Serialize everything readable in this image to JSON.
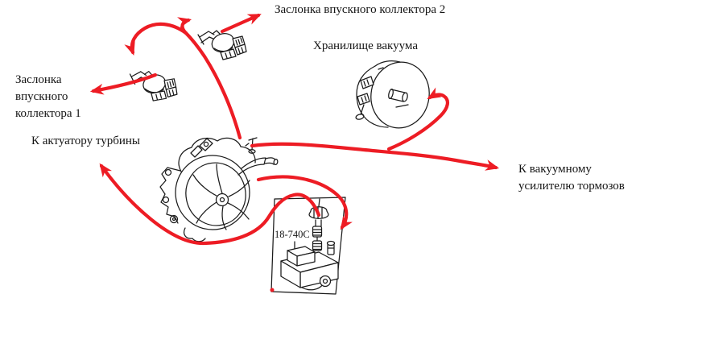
{
  "diagram": {
    "title_context": "vacuum hose routing diagram",
    "labels": {
      "intake_flap_2": "Заслонка впускного коллектора 2",
      "vacuum_reservoir": "Хранилище вакуума",
      "intake_flap_1": "Заслонка\nвпускного\nколлектора 1",
      "turbo_actuator": "К актуатору турбины",
      "brake_booster": "К вакуумному\nусилителю тормозов",
      "part_code": "18-740C"
    },
    "components": [
      "turbocharger",
      "intake-flap-actuator-1",
      "intake-flap-actuator-2",
      "vacuum-reservoir",
      "solenoid-valve-box"
    ],
    "colors": {
      "annotation_red": "#ed1c24",
      "line_black": "#1b1b1b",
      "background": "#ffffff",
      "text": "#141414"
    }
  }
}
